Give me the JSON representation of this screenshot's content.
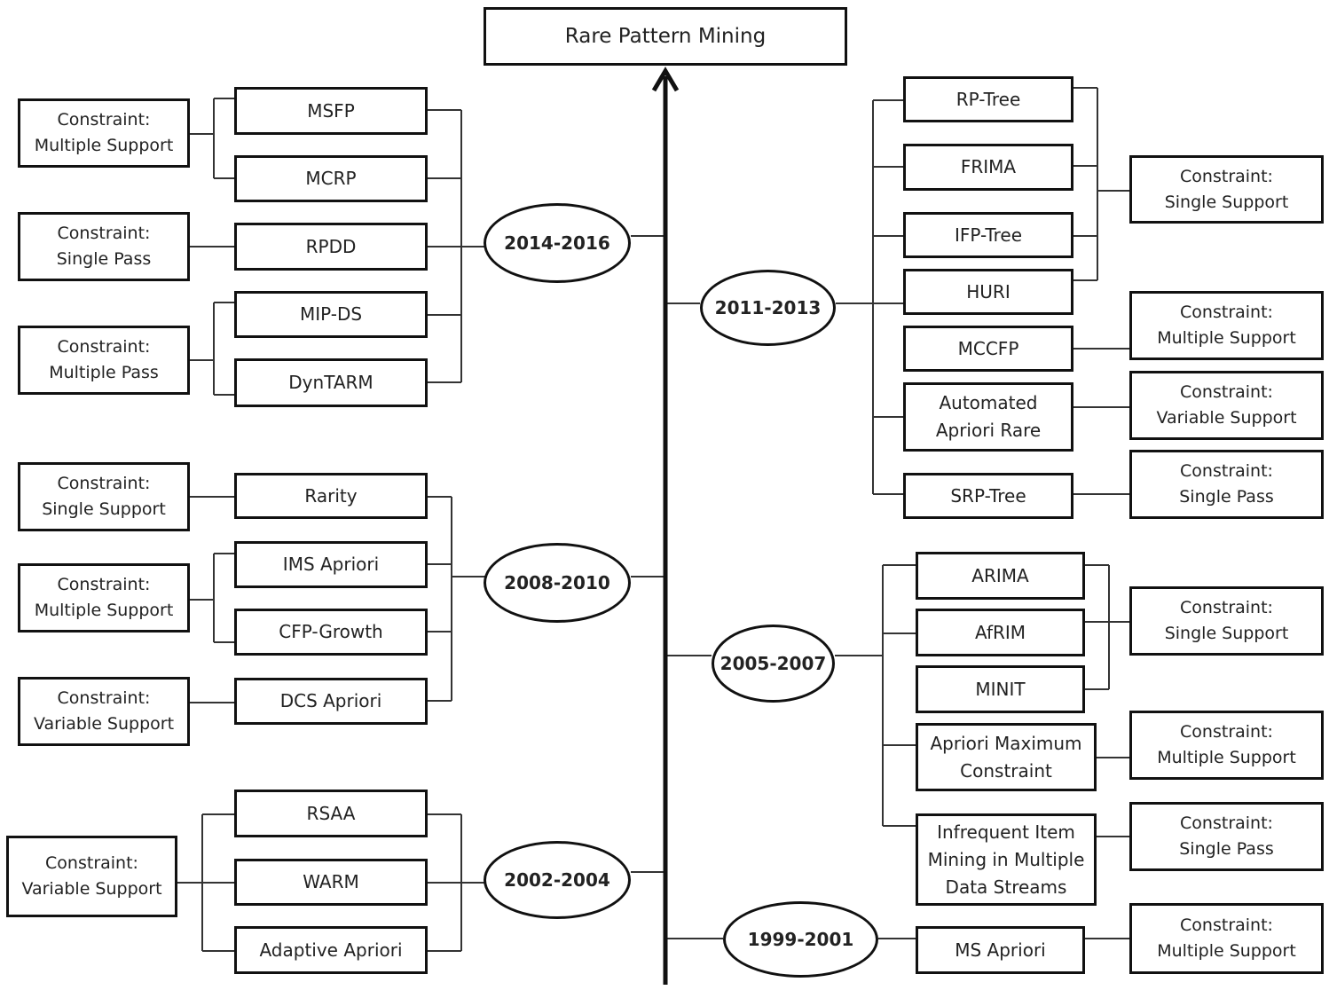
{
  "title": "Rare Pattern Mining",
  "eras": {
    "e2014": "2014-2016",
    "e2011": "2011-2013",
    "e2008": "2008-2010",
    "e2005": "2005-2007",
    "e2002": "2002-2004",
    "e1999": "1999-2001"
  },
  "algorithms": {
    "msfp": "MSFP",
    "mcrp": "MCRP",
    "rpdd": "RPDD",
    "mipds": "MIP-DS",
    "dyntarm": "DynTARM",
    "rptree": "RP-Tree",
    "frima": "FRIMA",
    "ifptree": "IFP-Tree",
    "huri": "HURI",
    "mccfp": "MCCFP",
    "automated": "Automated\nApriori Rare",
    "srptree": "SRP-Tree",
    "rarity": "Rarity",
    "imsapriori": "IMS Apriori",
    "cfpgrowth": "CFP-Growth",
    "dcsapriori": "DCS Apriori",
    "arima": "ARIMA",
    "afrim": "AfRIM",
    "minit": "MINIT",
    "apriorimax": "Apriori Maximum\nConstraint",
    "infrequent": "Infrequent Item\nMining in Multiple\nData Streams",
    "rsaa": "RSAA",
    "warm": "WARM",
    "adaptive": "Adaptive Apriori",
    "msapriori": "MS Apriori"
  },
  "constraints": {
    "c2014_ms": "Constraint:\nMultiple Support",
    "c2014_sp": "Constraint:\nSingle Pass",
    "c2014_mp": "Constraint:\nMultiple Pass",
    "c2011_ss": "Constraint:\nSingle Support",
    "c2011_ms": "Constraint:\nMultiple Support",
    "c2011_vs": "Constraint:\nVariable Support",
    "c2011_sp": "Constraint:\nSingle Pass",
    "c2008_ss": "Constraint:\nSingle Support",
    "c2008_ms": "Constraint:\nMultiple Support",
    "c2008_vs": "Constraint:\nVariable Support",
    "c2005_ss": "Constraint:\nSingle Support",
    "c2005_ms": "Constraint:\nMultiple Support",
    "c2005_sp": "Constraint:\nSingle Pass",
    "c2002_vs": "Constraint:\nVariable Support",
    "c1999_ms": "Constraint:\nMultiple Support"
  }
}
